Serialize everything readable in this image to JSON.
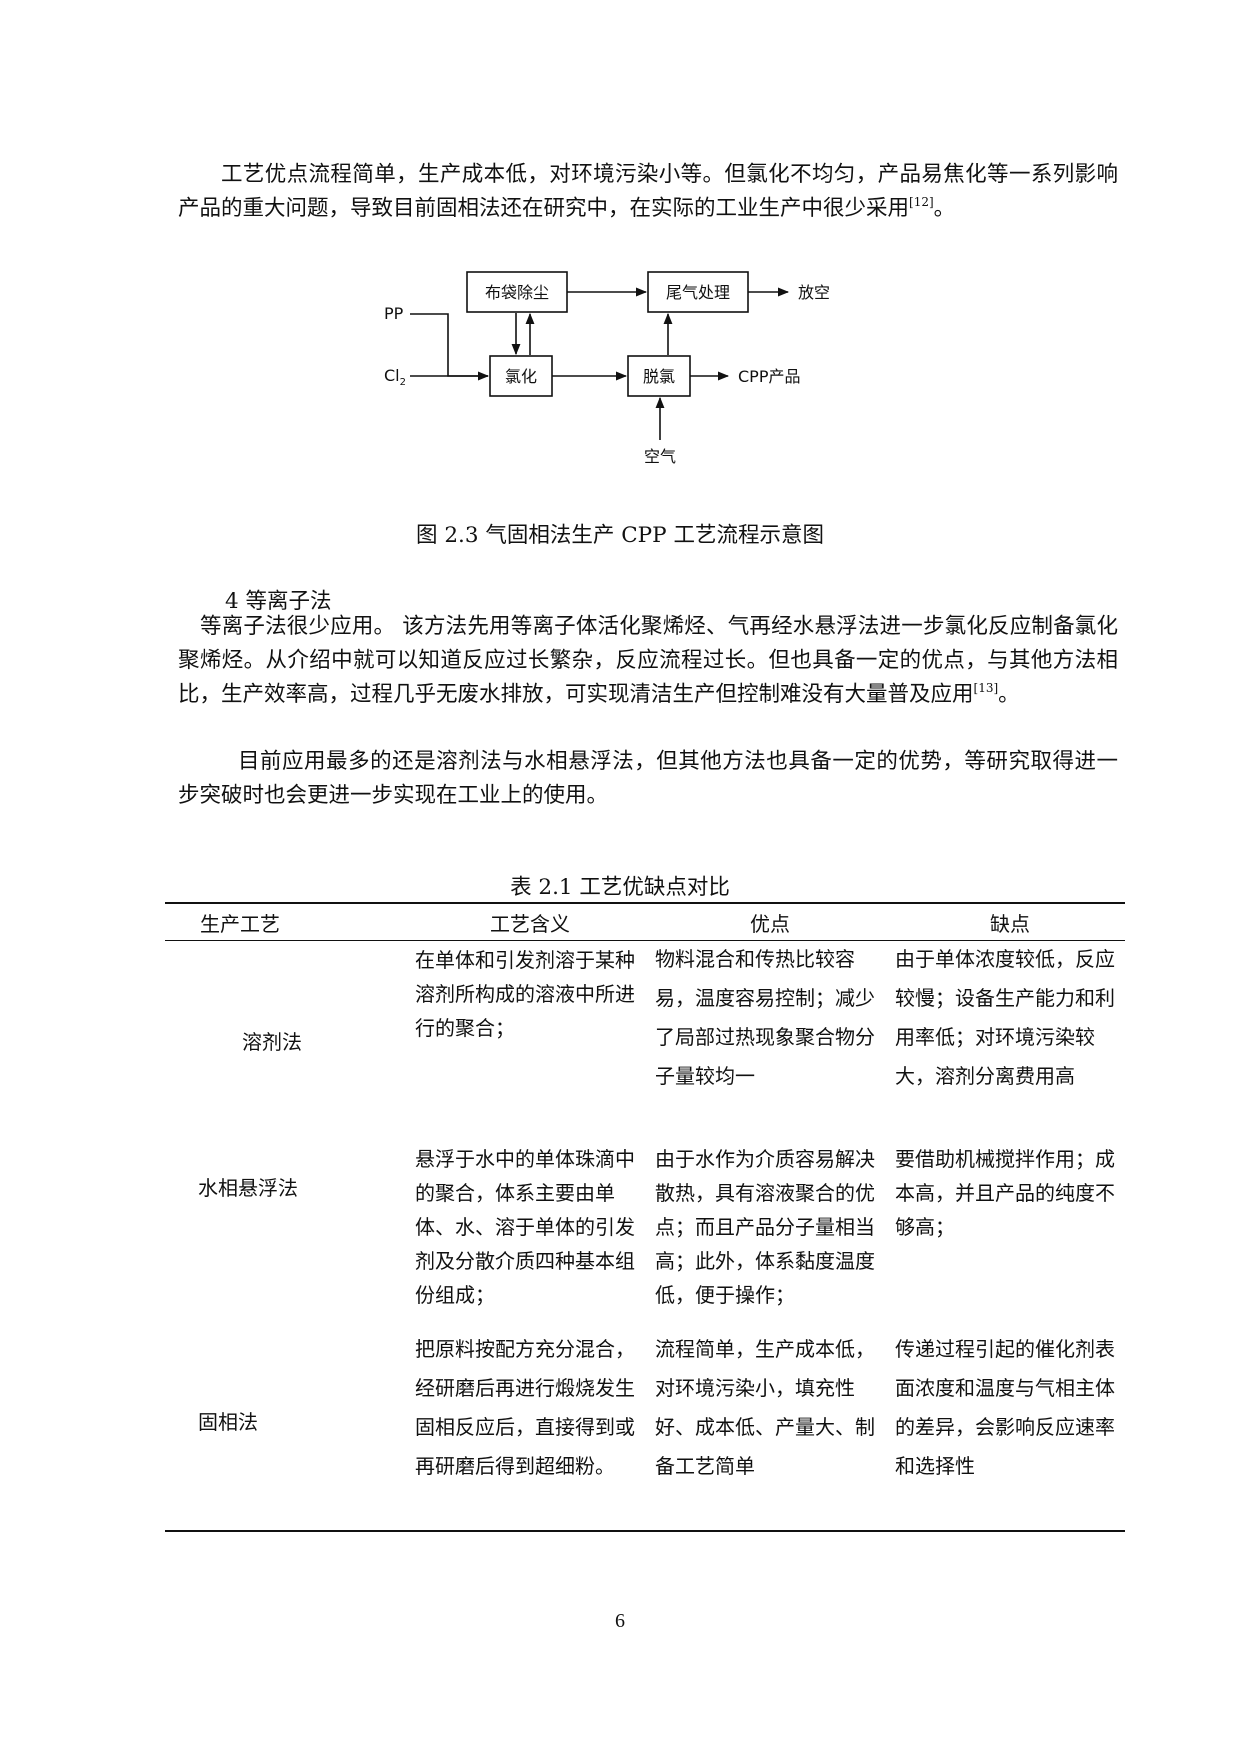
{
  "intro": {
    "text": "工艺优点流程简单，生产成本低，对环境污染小等。但氯化不均匀，产品易焦化等一系列影响产品的重大问题，导致目前固相法还在研究中，在实际的工业生产中很少采用",
    "ref": "[12]",
    "tail": "。"
  },
  "figure": {
    "nodes": {
      "bag": "布袋除尘",
      "tail_gas": "尾气处理",
      "chlorination": "氯化",
      "dechlorination": "脱氯"
    },
    "labels": {
      "pp": "PP",
      "cl": "Cl",
      "cl_sub": "2",
      "vent": "放空",
      "product": "CPP产品",
      "air": "空气"
    },
    "caption": "图 2.3  气固相法生产 CPP 工艺流程示意图"
  },
  "section4": {
    "heading": "4 等离子法",
    "p1": "等离子法很少应用。 该方法先用等离子体活化聚烯烃、气再经水悬浮法进一步氯化反应制备氯化聚烯烃。从介绍中就可以知道反应过长繁杂，反应流程过长。但也具备一定的优点，与其他方法相比，生产效率高，过程几乎无废水排放，可实现清洁生产但控制难没有大量普及应用",
    "p1_ref": "[13]",
    "p1_tail": "。",
    "p2": "目前应用最多的还是溶剂法与水相悬浮法，但其他方法也具备一定的优势，等研究取得进一步突破时也会更进一步实现在工业上的使用。"
  },
  "table": {
    "caption": "表 2.1  工艺优缺点对比",
    "headers": [
      "生产工艺",
      "工艺含义",
      "优点",
      "缺点"
    ],
    "rows": [
      {
        "name": "溶剂法",
        "meaning": "在单体和引发剂溶于某种溶剂所构成的溶液中所进行的聚合；",
        "pros": "物料混合和传热比较容易，温度容易控制；减少了局部过热现象聚合物分子量较均一",
        "cons": "由于单体浓度较低，反应较慢；设备生产能力和利用率低；对环境污染较大，溶剂分离费用高"
      },
      {
        "name": "水相悬浮法",
        "meaning": "悬浮于水中的单体珠滴中的聚合，体系主要由单体、水、溶于单体的引发剂及分散介质四种基本组份组成；",
        "pros": "由于水作为介质容易解决散热，具有溶液聚合的优点；而且产品分子量相当高；此外，体系黏度温度低，便于操作；",
        "cons": "要借助机械搅拌作用；成本高，并且产品的纯度不够高；"
      },
      {
        "name": "固相法",
        "meaning": "把原料按配方充分混合，经研磨后再进行煅烧发生固相反应后，直接得到或再研磨后得到超细粉。",
        "pros": "流程简单，生产成本低，对环境污染小，填充性好、成本低、产量大、制备工艺简单",
        "cons": "传递过程引起的催化剂表面浓度和温度与气相主体的差异，会影响反应速率和选择性"
      }
    ]
  },
  "page_number": "6"
}
